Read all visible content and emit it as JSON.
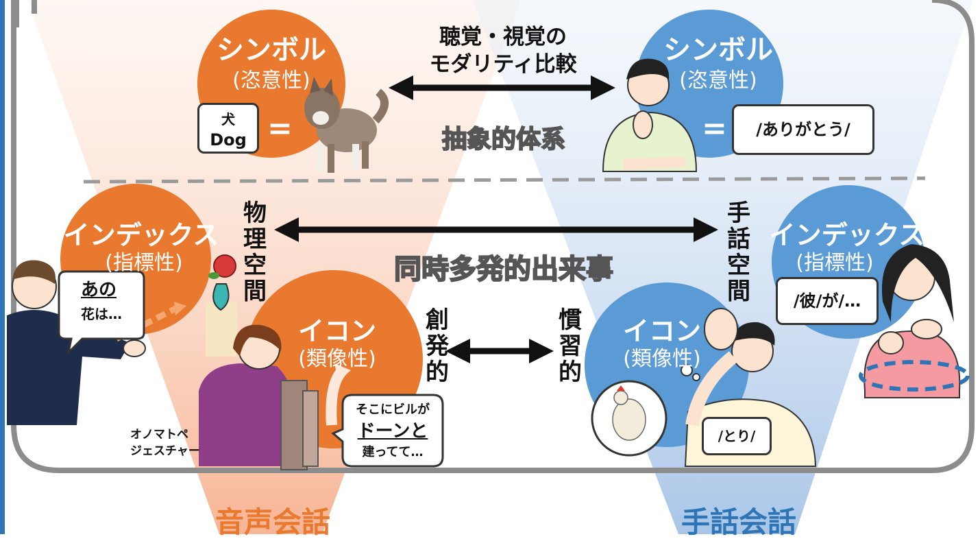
{
  "title_compare": [
    "聴覚・視覚の",
    "モダリティ比較"
  ],
  "layer_symbol_center": "抽象的体系",
  "layer_index_center": "同時多発的出来事",
  "spoken": {
    "footer": "音声会話",
    "symbol": {
      "title": "シンボル",
      "sub": "(恣意性)"
    },
    "symbol_box": [
      "犬",
      "Dog"
    ],
    "equals": "=",
    "index": {
      "title": "インデックス",
      "sub": "(指標性)"
    },
    "index_speech": [
      "あの",
      "花は…"
    ],
    "space_vertical": "物理空間",
    "icon": {
      "title": "イコン",
      "sub": "(類像性)"
    },
    "onomatopoeia_label": [
      "オノマトペ",
      "ジェスチャー"
    ],
    "icon_speech": [
      "そこにビルが",
      "ドーンと",
      "建ってて…"
    ],
    "creative_vertical": "創発的"
  },
  "signed": {
    "footer": "手話会話",
    "symbol": {
      "title": "シンボル",
      "sub": "(恣意性)"
    },
    "symbol_box": "/ありがとう/",
    "equals": "=",
    "index": {
      "title": "インデックス",
      "sub": "(指標性)"
    },
    "index_box": "/彼/が/…",
    "space_vertical": "手話空間",
    "icon": {
      "title": "イコン",
      "sub": "(類像性)"
    },
    "icon_box": "/とり/",
    "conventional_vertical": "慣習的"
  },
  "colors": {
    "orange": "#e8792e",
    "blue": "#5b9bd5",
    "spoken_cone": "#f9c9b0",
    "signed_cone": "#c6d8ef",
    "frame": "#8c8c8c",
    "left_border": "#2e75b6",
    "footer_orange": "#e8792e",
    "footer_blue": "#2e75b6"
  }
}
